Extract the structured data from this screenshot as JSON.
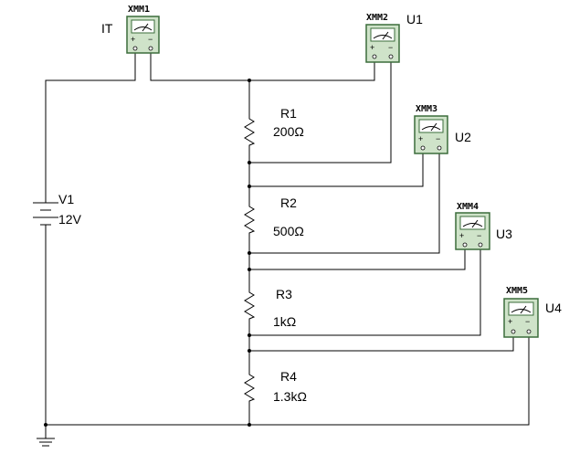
{
  "source": {
    "name": "V1",
    "value": "12V"
  },
  "resistors": [
    {
      "name": "R1",
      "value": "200Ω"
    },
    {
      "name": "R2",
      "value": "500Ω"
    },
    {
      "name": "R3",
      "value": "1kΩ"
    },
    {
      "name": "R4",
      "value": "1.3kΩ"
    }
  ],
  "meters": [
    {
      "tag": "XMM1",
      "label": "IT"
    },
    {
      "tag": "XMM2",
      "label": "U1"
    },
    {
      "tag": "XMM3",
      "label": "U2"
    },
    {
      "tag": "XMM4",
      "label": "U3"
    },
    {
      "tag": "XMM5",
      "label": "U4"
    }
  ],
  "colors": {
    "meter_body": "#cfe3c9",
    "meter_border": "#3b6d3b",
    "meter_screen": "#ffffff",
    "wire": "#000000"
  },
  "icons": {
    "meter": "multimeter-icon",
    "ground": "ground-icon",
    "battery": "dc-source-icon",
    "resistor": "resistor-icon"
  }
}
